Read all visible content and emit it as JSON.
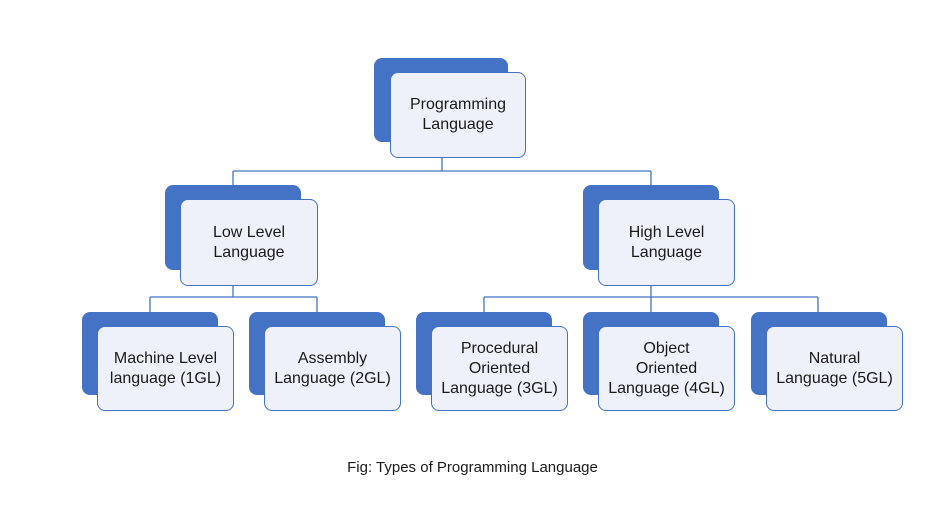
{
  "diagram": {
    "colors": {
      "accent": "#4472c4",
      "box_fill": "#eef1f9",
      "text": "#1a1a1a"
    },
    "root": {
      "label": "Programming\nLanguage"
    },
    "low_level": {
      "label": "Low Level\nLanguage"
    },
    "high_level": {
      "label": "High Level\nLanguage"
    },
    "machine": {
      "label": "Machine Level\nlanguage (1GL)"
    },
    "assembly": {
      "label": "Assembly\nLanguage (2GL)"
    },
    "procedural": {
      "label": "Procedural\nOriented\nLanguage (3GL)"
    },
    "object": {
      "label": "Object\nOriented\nLanguage (4GL)"
    },
    "natural": {
      "label": "Natural\nLanguage (5GL)"
    },
    "caption": "Fig: Types of Programming Language"
  }
}
